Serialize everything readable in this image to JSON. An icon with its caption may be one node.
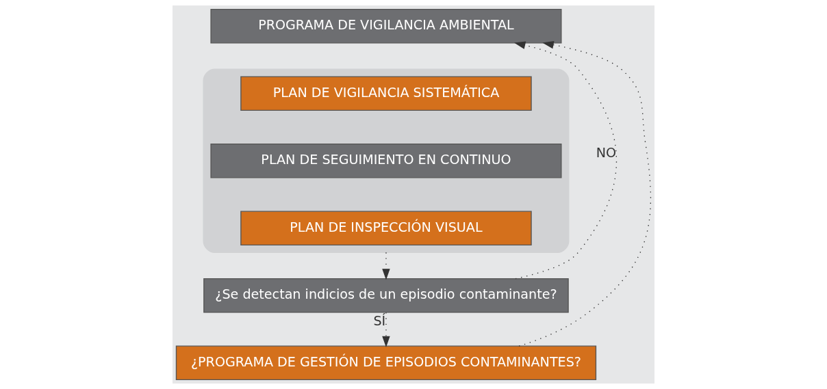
{
  "diagram": {
    "nodes": [
      {
        "text": [
          "PROGRAMA DE VIGILANCIA AMBIENTAL"
        ]
      },
      {
        "text": [],
        "shape": "box"
      },
      {
        "text": [
          "PLAN DE VIGILANCIA SISTEMÁTICA"
        ],
        "in": 1
      },
      {
        "text": [
          "PLAN DE SEGUIMIENTO EN CONTINUO"
        ],
        "in": 1
      },
      {
        "text": [
          "PLAN DE INSPECCIÓN VISUAL"
        ],
        "in": 1
      },
      {
        "text": [
          "¿Se detectan indicios de un episodio contaminante?"
        ]
      },
      {
        "text": [
          "¿PROGRAMA DE GESTIÓN DE EPISODIOS CONTAMINANTES?"
        ]
      }
    ],
    "edges": [
      {
        "from": 1,
        "to": 5,
        "arrow": "to",
        "style": "dashed"
      },
      {
        "from": 5,
        "to": 0,
        "arrow": "to",
        "label": "NO",
        "style": "dashed"
      },
      {
        "from": 5,
        "to": 6,
        "arrow": "to",
        "label": "SÍ",
        "style": "dashed"
      },
      {
        "from": 6,
        "to": 0,
        "arrow": "to",
        "style": "dashed"
      }
    ]
  }
}
